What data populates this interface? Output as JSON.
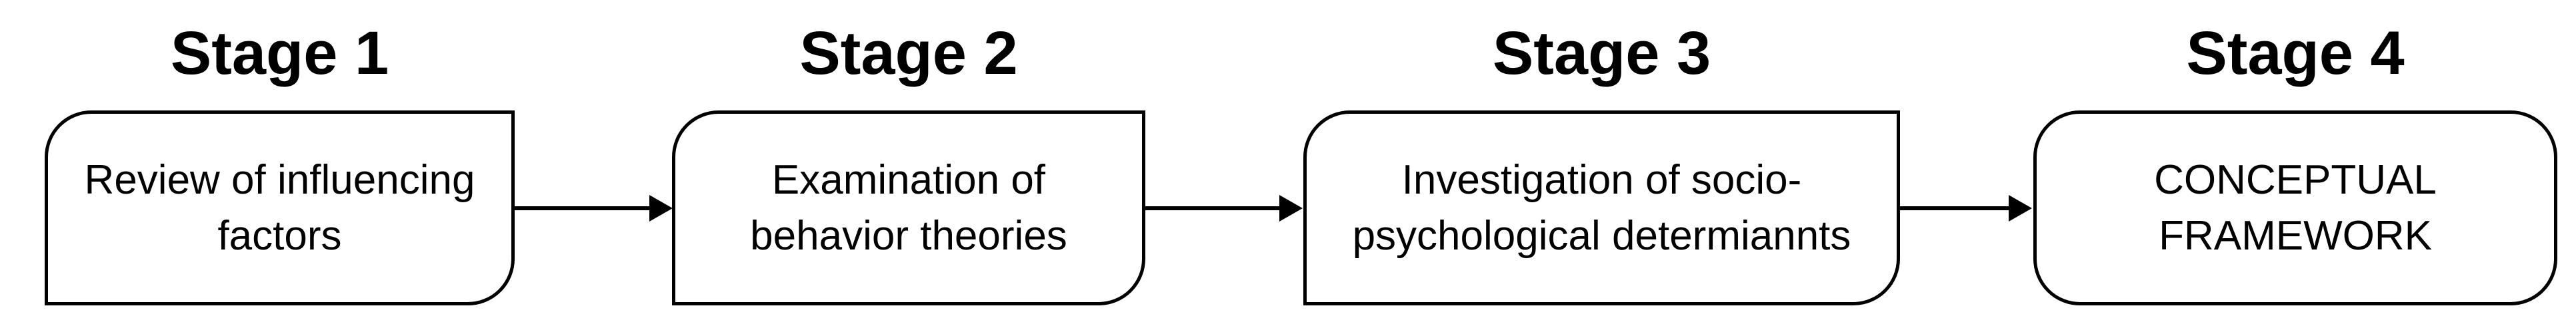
{
  "diagram": {
    "background_color": "#ffffff",
    "line_color": "#000000",
    "text_color": "#000000",
    "stages": [
      {
        "title": "Stage 1",
        "text": "Review of influencing\nfactors"
      },
      {
        "title": "Stage 2",
        "text": "Examination of\nbehavior theories"
      },
      {
        "title": "Stage 3",
        "text": "Investigation of socio-\npsychological determiannts"
      },
      {
        "title": "Stage 4",
        "text": "CONCEPTUAL\nFRAMEWORK"
      }
    ],
    "connector": "right-arrow"
  }
}
